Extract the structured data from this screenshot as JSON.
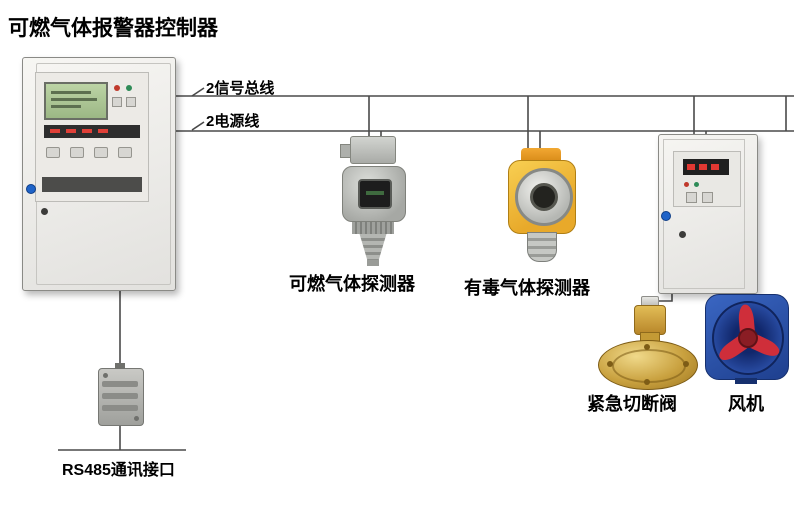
{
  "diagram": {
    "title": "可燃气体报警器控制器",
    "bus_labels": {
      "signal": "2信号总线",
      "power": "2电源线"
    },
    "device_labels": {
      "combustible_detector": "可燃气体探测器",
      "toxic_detector": "有毒气体探测器",
      "emergency_valve": "紧急切断阀",
      "fan": "风机",
      "rs485_port": "RS485通讯接口"
    },
    "colors": {
      "wire": "#4a4a4a",
      "cabinet_body": "#f0efec",
      "detector_gray": "#c2c4c0",
      "detector_yellow": "#f2b93c",
      "valve_brass": "#c9a13f",
      "fan_blue": "#2a4ea6",
      "fan_blade_red": "#cf2e3a",
      "lcd_green": "#a9c490"
    }
  }
}
